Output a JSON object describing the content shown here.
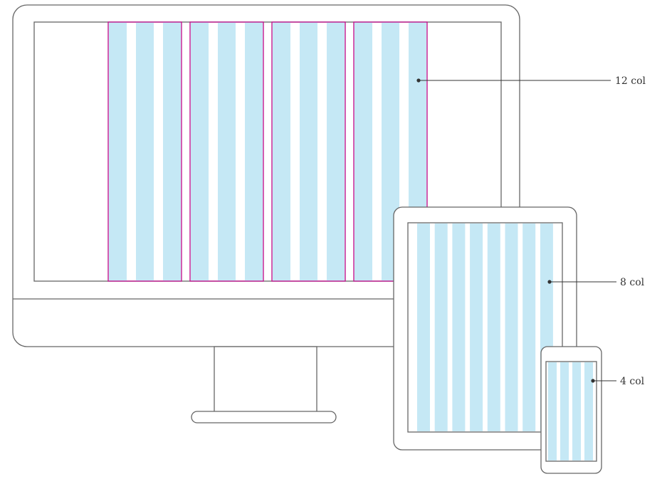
{
  "diagram": {
    "devices": [
      {
        "id": "desktop",
        "label": "12 col",
        "columns": 12
      },
      {
        "id": "tablet",
        "label": "8 col",
        "columns": 8
      },
      {
        "id": "phone",
        "label": "4 col",
        "columns": 4
      }
    ]
  },
  "colors": {
    "outline": "#666666",
    "column_fill": "#c5e8f5",
    "group_border": "#c0178f",
    "background": "#ffffff",
    "label_text": "#333333"
  }
}
